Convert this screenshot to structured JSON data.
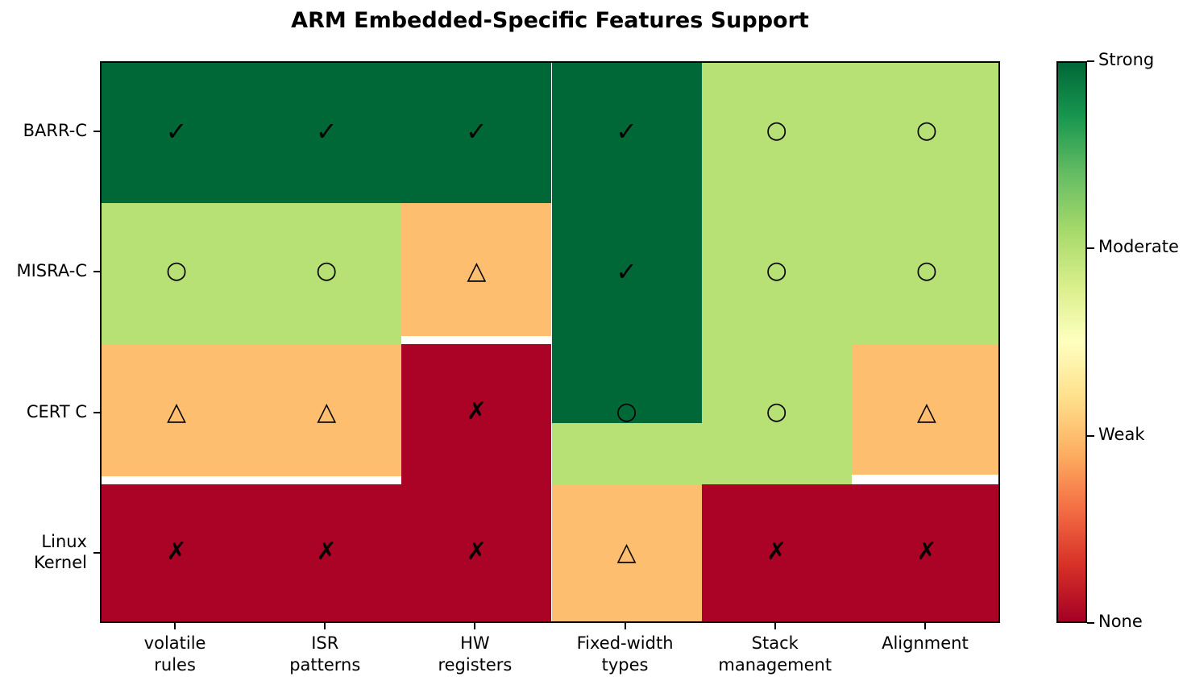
{
  "chart_data": {
    "type": "heatmap",
    "title": "ARM Embedded-Specific Features Support",
    "xlabel": "",
    "ylabel": "",
    "grid": false,
    "legend_position": "right-colorbar",
    "categories_x": [
      "volatile\nrules",
      "ISR\npatterns",
      "HW\nregisters",
      "Fixed-width\ntypes",
      "Stack\nmanagement",
      "Alignment"
    ],
    "categories_y": [
      "BARR-C",
      "MISRA-C",
      "CERT C",
      "Linux\nKernel"
    ],
    "colorbar": {
      "ticks": [
        {
          "label": "Strong",
          "value": 3
        },
        {
          "label": "Moderate",
          "value": 2
        },
        {
          "label": "Weak",
          "value": 1
        },
        {
          "label": "None",
          "value": 0
        }
      ],
      "colormap": "RdYlGn",
      "vmin": 0,
      "vmax": 3
    },
    "level_colors": {
      "Strong": "#006837",
      "Moderate": "#b7e075",
      "Weak": "#fdbe6f",
      "None": "#aa0326"
    },
    "level_markers": {
      "Strong": "✓",
      "Moderate": "○",
      "Weak": "△",
      "None": "✗"
    },
    "rows": [
      {
        "row_label": "BARR-C",
        "cells": [
          {
            "col": "volatile rules",
            "level": "Strong",
            "value": 3,
            "marker": "✓"
          },
          {
            "col": "ISR patterns",
            "level": "Strong",
            "value": 3,
            "marker": "✓"
          },
          {
            "col": "HW registers",
            "level": "Strong",
            "value": 3,
            "marker": "✓"
          },
          {
            "col": "Fixed-width types",
            "level": "Strong",
            "value": 3,
            "marker": "✓"
          },
          {
            "col": "Stack management",
            "level": "Moderate",
            "value": 2,
            "marker": "○"
          },
          {
            "col": "Alignment",
            "level": "Moderate",
            "value": 2,
            "marker": "○"
          }
        ]
      },
      {
        "row_label": "MISRA-C",
        "cells": [
          {
            "col": "volatile rules",
            "level": "Moderate",
            "value": 2,
            "marker": "○"
          },
          {
            "col": "ISR patterns",
            "level": "Moderate",
            "value": 2,
            "marker": "○"
          },
          {
            "col": "HW registers",
            "level": "Weak",
            "value": 1,
            "marker": "△"
          },
          {
            "col": "Fixed-width types",
            "level": "Strong",
            "value": 3,
            "marker": "✓"
          },
          {
            "col": "Stack management",
            "level": "Moderate",
            "value": 2,
            "marker": "○"
          },
          {
            "col": "Alignment",
            "level": "Moderate",
            "value": 2,
            "marker": "○"
          }
        ]
      },
      {
        "row_label": "CERT C",
        "cells": [
          {
            "col": "volatile rules",
            "level": "Weak",
            "value": 1,
            "marker": "△"
          },
          {
            "col": "ISR patterns",
            "level": "Weak",
            "value": 1,
            "marker": "△"
          },
          {
            "col": "HW registers",
            "level": "None",
            "value": 0,
            "marker": "✗"
          },
          {
            "col": "Fixed-width types",
            "level": "Moderate",
            "value": 2,
            "marker": "○"
          },
          {
            "col": "Stack management",
            "level": "Moderate",
            "value": 2,
            "marker": "○"
          },
          {
            "col": "Alignment",
            "level": "Weak",
            "value": 1,
            "marker": "△"
          }
        ]
      },
      {
        "row_label": "Linux Kernel",
        "cells": [
          {
            "col": "volatile rules",
            "level": "None",
            "value": 0,
            "marker": "✗"
          },
          {
            "col": "ISR patterns",
            "level": "None",
            "value": 0,
            "marker": "✗"
          },
          {
            "col": "HW registers",
            "level": "None",
            "value": 0,
            "marker": "✗"
          },
          {
            "col": "Fixed-width types",
            "level": "Weak",
            "value": 1,
            "marker": "△"
          },
          {
            "col": "Stack management",
            "level": "None",
            "value": 0,
            "marker": "✗"
          },
          {
            "col": "Alignment",
            "level": "None",
            "value": 0,
            "marker": "✗"
          }
        ]
      }
    ]
  }
}
